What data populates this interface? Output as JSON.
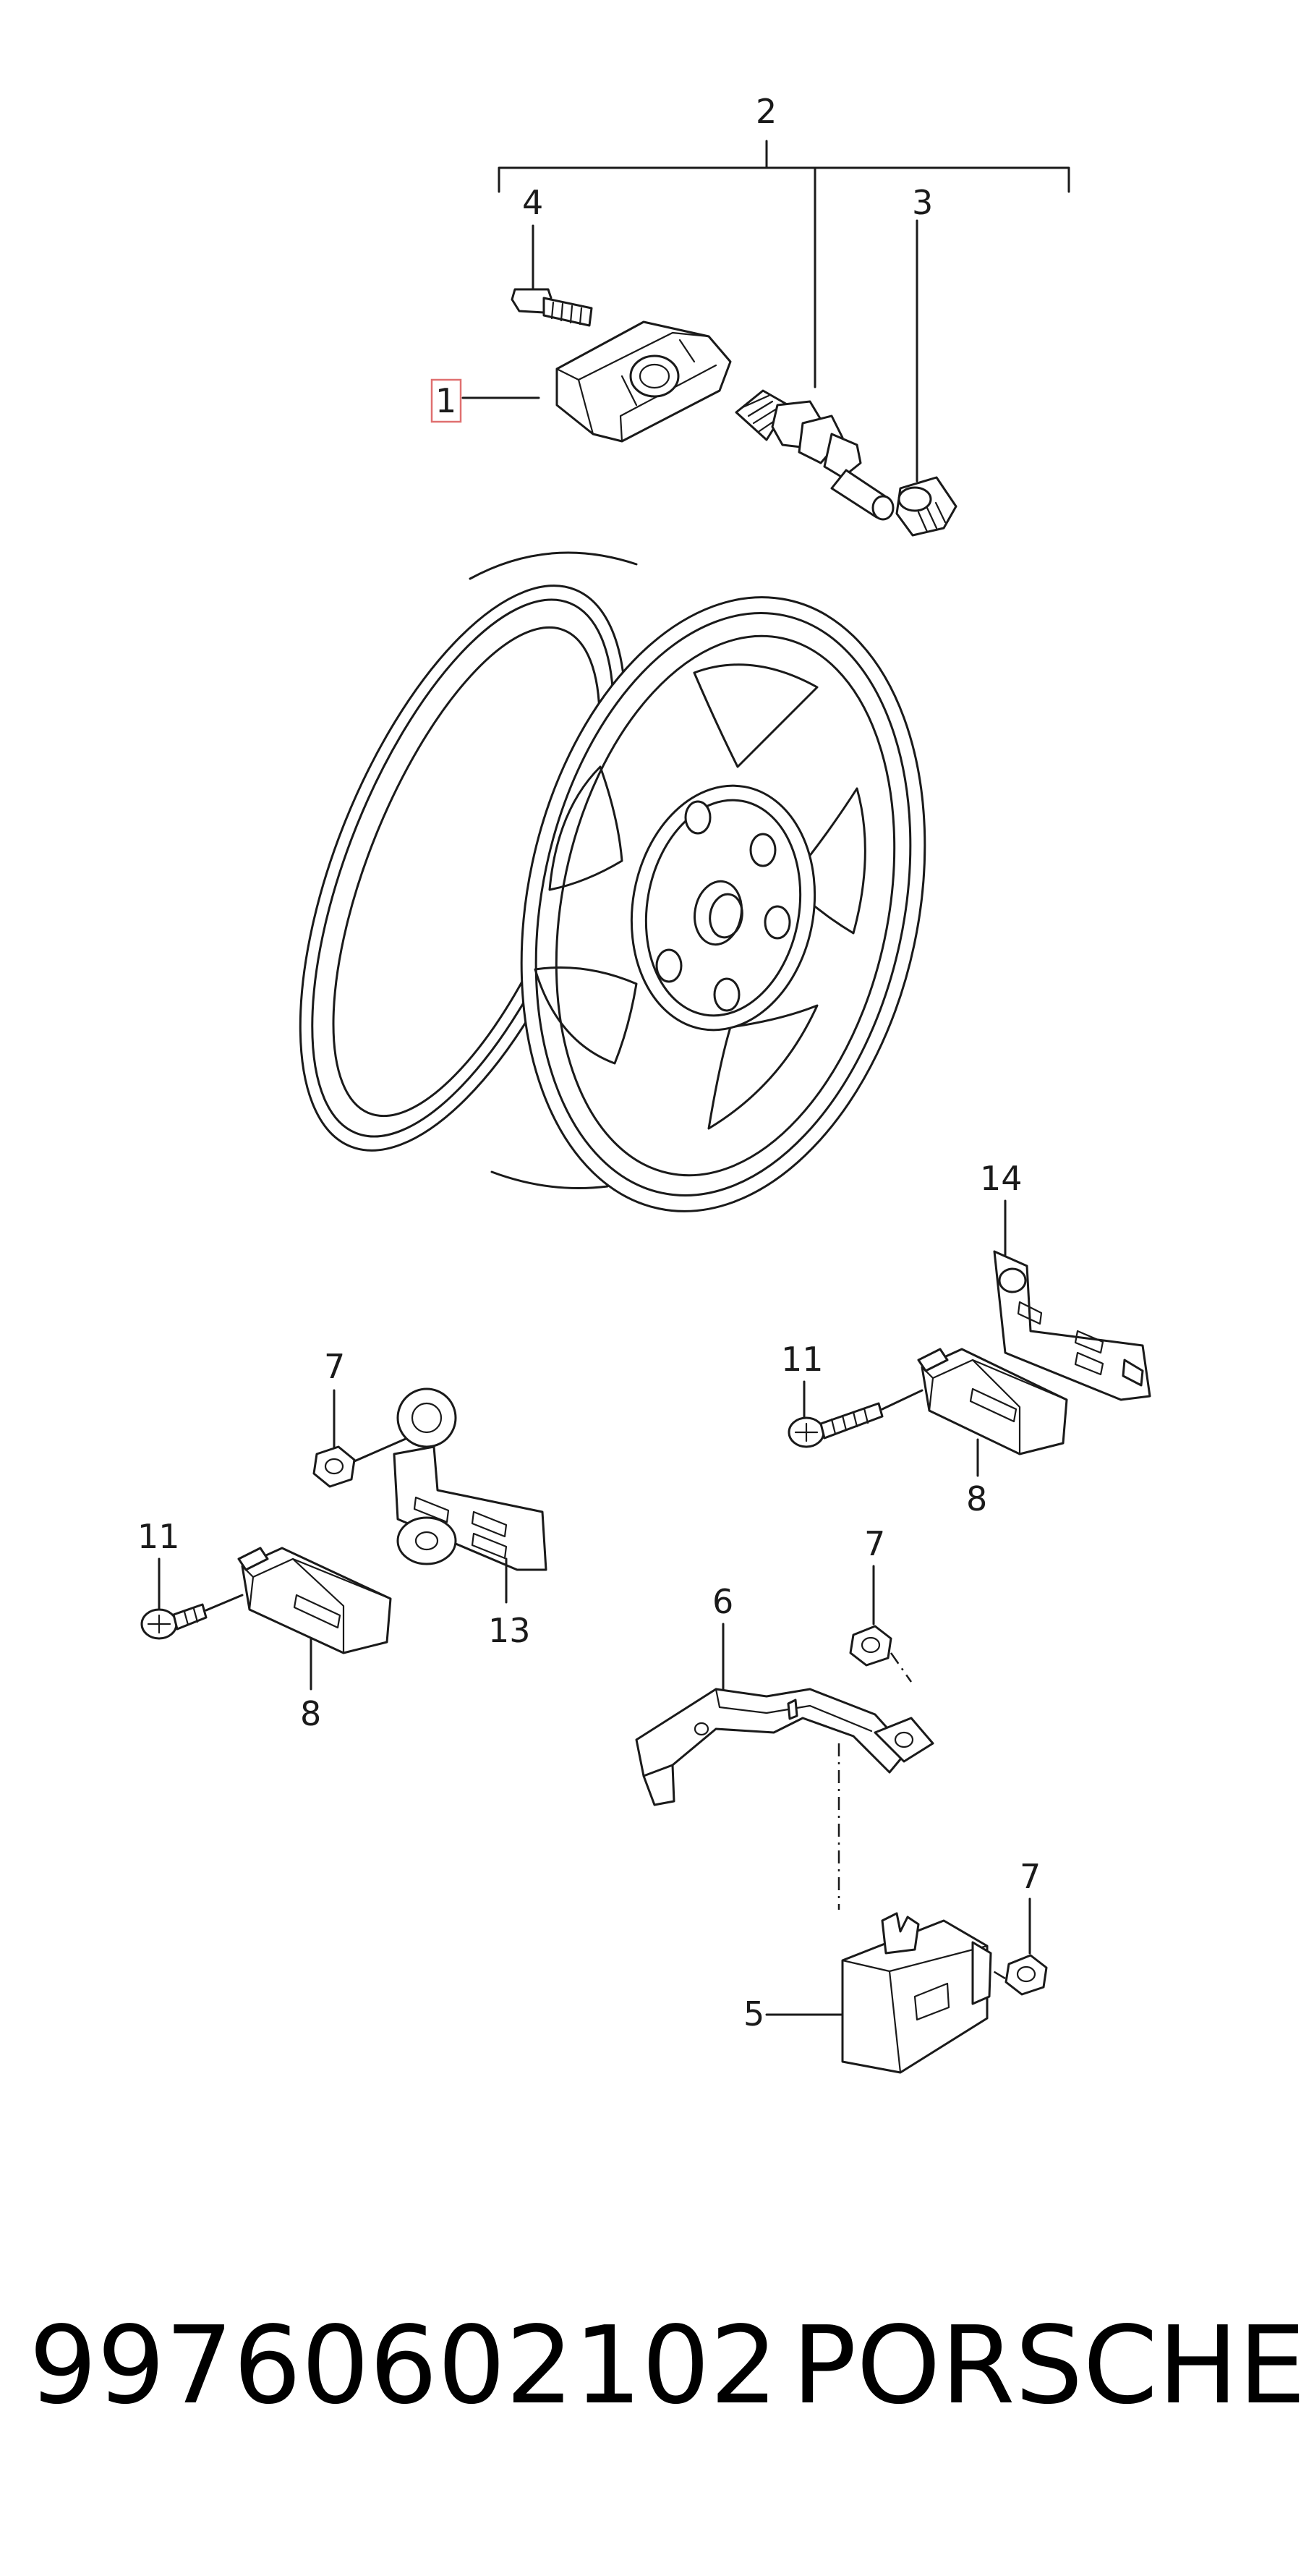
{
  "diagram": {
    "highlight_color": "#e07070",
    "callouts": {
      "c1": "1",
      "c2": "2",
      "c3": "3",
      "c4": "4",
      "c5": "5",
      "c6": "6",
      "c7a": "7",
      "c7b": "7",
      "c7c": "7",
      "c8a": "8",
      "c8b": "8",
      "c11a": "11",
      "c11b": "11",
      "c13": "13",
      "c14": "14"
    },
    "highlighted_callout": "1"
  },
  "footer": {
    "part_number": "99760602102",
    "brand": "PORSCHE"
  }
}
